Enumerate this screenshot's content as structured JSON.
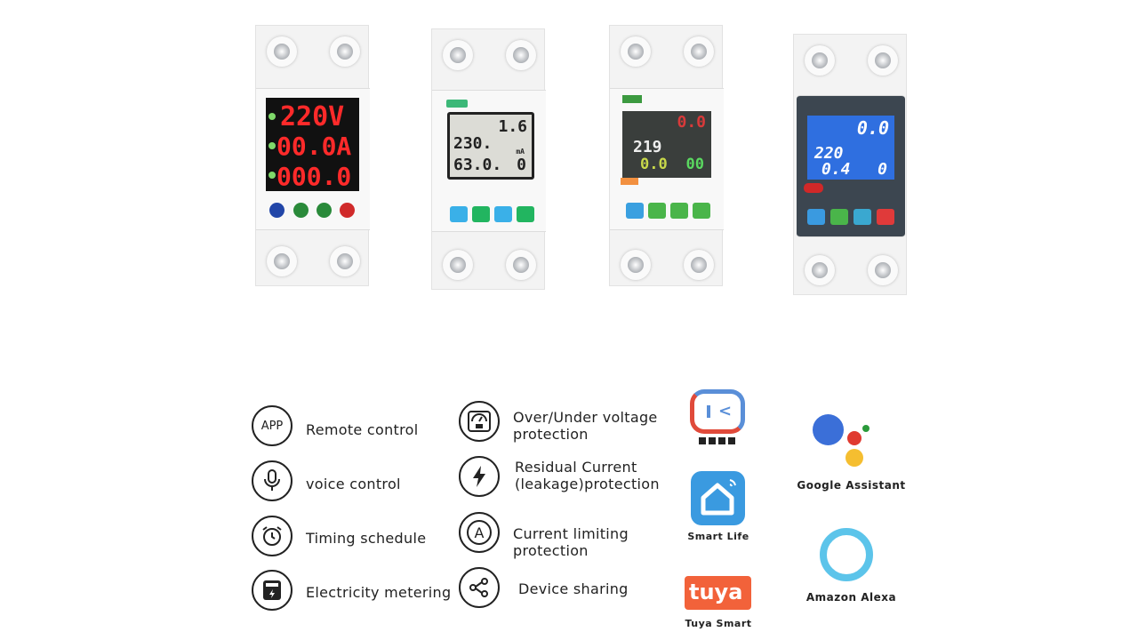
{
  "devices": [
    {
      "line1": "220V",
      "line2": "00.0A",
      "line3": "000.0"
    },
    {
      "big": "1.6",
      "left1": "230.",
      "left2": "63.0.",
      "unit": "mA",
      "right": "0"
    },
    {
      "top": "0.0",
      "v": "219",
      "a": "0.0",
      "right": "00"
    },
    {
      "top": "0.0",
      "v": "220",
      "a": "0.4",
      "right": "0"
    }
  ],
  "features": [
    {
      "icon": "app-icon",
      "icon_text": "APP",
      "label": "Remote control"
    },
    {
      "icon": "microphone-icon",
      "label": "voice control"
    },
    {
      "icon": "alarm-clock-icon",
      "label": "Timing schedule"
    },
    {
      "icon": "meter-icon",
      "label": "Electricity metering"
    },
    {
      "icon": "voltmeter-icon",
      "label": "Over/Under voltage protection"
    },
    {
      "icon": "lightning-icon",
      "label": "Residual Current (leakage)protection"
    },
    {
      "icon": "current-a-icon",
      "icon_text": "A",
      "label": "Current limiting protection"
    },
    {
      "icon": "share-icon",
      "label": "Device sharing"
    }
  ],
  "apps": [
    {
      "name": "",
      "icon": "app-logo-icon"
    },
    {
      "name": "Smart Life",
      "icon": "smart-life-icon"
    },
    {
      "name": "Tuya Smart",
      "icon": "tuya-icon",
      "logo_text": "tuya"
    },
    {
      "name": "Google Assistant",
      "icon": "google-assistant-icon"
    },
    {
      "name": "Amazon Alexa",
      "icon": "alexa-icon"
    }
  ],
  "colors": {
    "red_led": "#ff2a2a",
    "lcd_grey": "#dcdcd6",
    "lcd_blue": "#2f6fe0",
    "panel_dark": "#3c4650",
    "tuya": "#f2623a",
    "smart_life": "#3a9ae0",
    "alexa": "#5cc4ea"
  }
}
